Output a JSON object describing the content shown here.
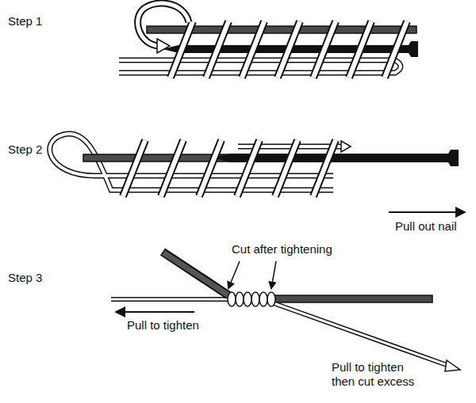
{
  "diagram": {
    "labels": [
      "Step 1",
      "Step 2",
      "Pull out nail",
      "Step 3",
      "Cut after tightening",
      "Pull to tighten",
      "Pull to tighten then cut excess"
    ]
  }
}
